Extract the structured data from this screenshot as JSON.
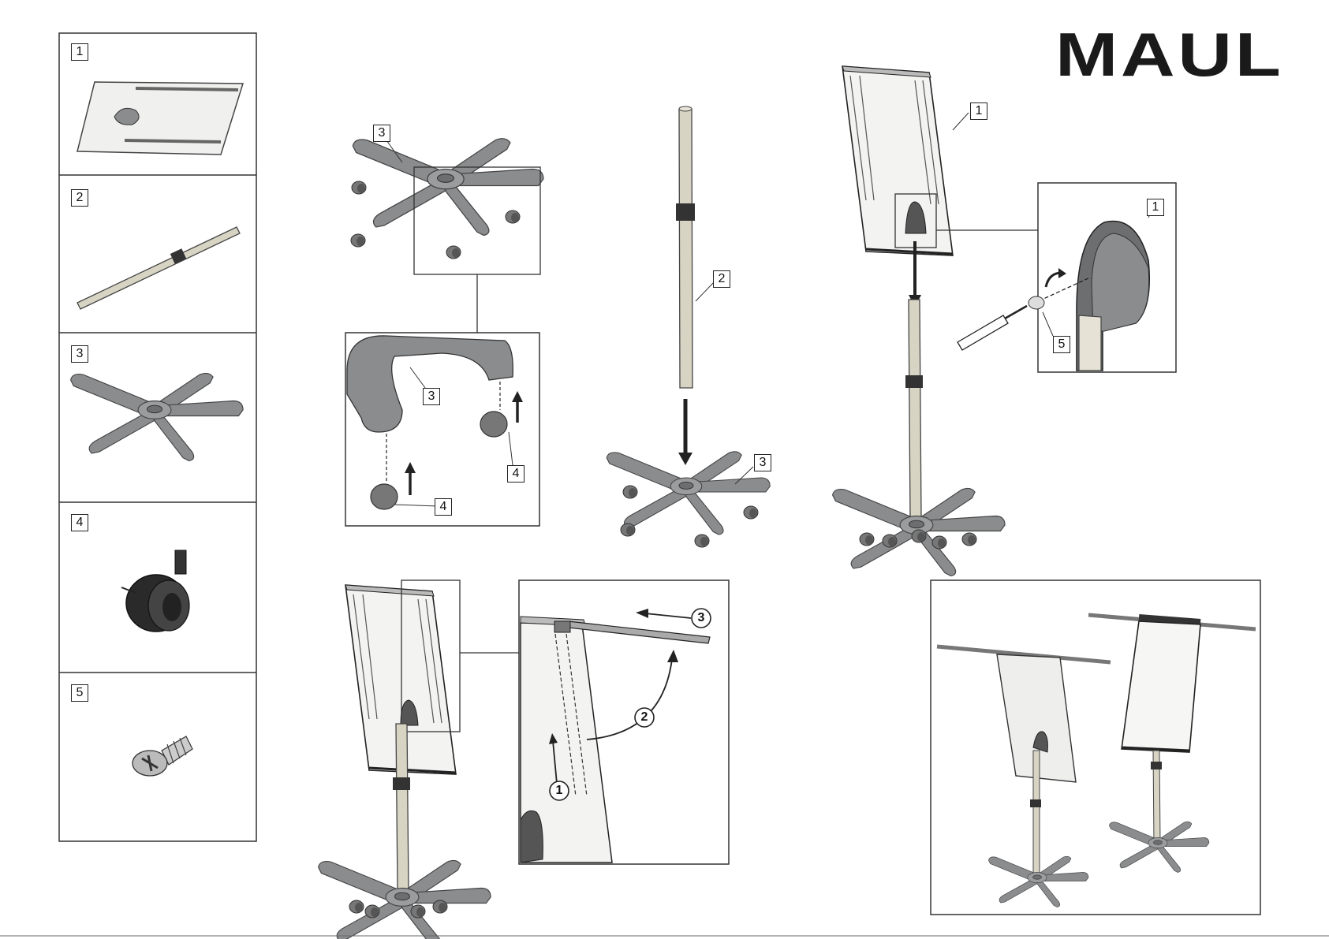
{
  "brand": {
    "logo": "MAUL"
  },
  "parts": [
    {
      "number": "1",
      "icon": "flipchart-board-icon"
    },
    {
      "number": "2",
      "icon": "telescopic-pole-icon"
    },
    {
      "number": "3",
      "icon": "star-base-icon"
    },
    {
      "number": "4",
      "icon": "caster-wheel-icon"
    },
    {
      "number": "5",
      "icon": "screw-icon"
    }
  ],
  "step1": {
    "base_label": "3",
    "base_detail_label": "3",
    "caster_labels": [
      "4",
      "4"
    ]
  },
  "step2": {
    "pole_label": "2",
    "base_label": "3"
  },
  "step3": {
    "board_label": "1",
    "detail_board_label": "1",
    "screw_label": "5"
  },
  "step4": {
    "sequence": [
      "1",
      "2",
      "3"
    ]
  },
  "colors": {
    "base_gray": "#8a8c8e",
    "pole_beige": "#d8d4c4",
    "board_white": "#f3f3f2",
    "line": "#222222"
  }
}
